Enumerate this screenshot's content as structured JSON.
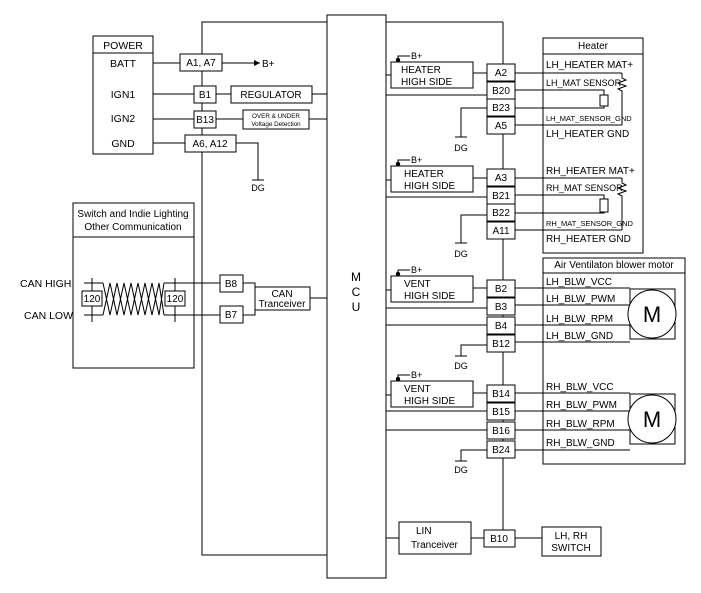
{
  "power": {
    "title": "POWER",
    "batt": "BATT",
    "ign1": "IGN1",
    "ign2": "IGN2",
    "gnd": "GND"
  },
  "pins": {
    "a1a7": "A1, A7",
    "b1": "B1",
    "b13": "B13",
    "a6a12": "A6, A12",
    "b8": "B8",
    "b7": "B7",
    "a2": "A2",
    "b20": "B20",
    "b23": "B23",
    "a5": "A5",
    "a3": "A3",
    "b21": "B21",
    "b22": "B22",
    "a11": "A11",
    "b2": "B2",
    "b3": "B3",
    "b4": "B4",
    "b12": "B12",
    "b14": "B14",
    "b15": "B15",
    "b16": "B16",
    "b24": "B24",
    "b10": "B10"
  },
  "blocks": {
    "regulator": "REGULATOR",
    "over_under_1": "OVER & UNDER",
    "over_under_2": "Voltage Detection",
    "can_1": "CAN",
    "can_2": "Tranceiver",
    "lin_1": "LIN",
    "lin_2": "Tranceiver",
    "heater_hs_1": "HEATER",
    "high_side": "HIGH SIDE",
    "vent_hs_1": "VENT"
  },
  "mcu_letters": [
    "M",
    "C",
    "U"
  ],
  "bplus": "B+",
  "dg": "DG",
  "switch_box": {
    "line1": "Switch and Indie Lighting",
    "line2": "Other Communication",
    "r1": "120",
    "r2": "120"
  },
  "can_high": "CAN HIGH",
  "can_low": "CAN LOW",
  "heater": {
    "title": "Heater",
    "lh_mat": "LH_HEATER MAT+",
    "lh_sensor": "LH_MAT SENSOR",
    "lh_sensor_gnd": "LH_MAT_SENSOR_GND",
    "lh_gnd": "LH_HEATER GND",
    "rh_mat": "RH_HEATER MAT+",
    "rh_sensor": "RH_MAT SENSOR",
    "rh_sensor_gnd": "RH_MAT_SENSOR_GND",
    "rh_gnd": "RH_HEATER GND"
  },
  "blower": {
    "title": "Air Ventilaton  blower motor",
    "lh_vcc": "LH_BLW_VCC",
    "lh_pwm": "LH_BLW_PWM",
    "lh_rpm": "LH_BLW_RPM",
    "lh_gnd": "LH_BLW_GND",
    "rh_vcc": "RH_BLW_VCC",
    "rh_pwm": "RH_BLW_PWM",
    "rh_rpm": "RH_BLW_RPM",
    "rh_gnd": "RH_BLW_GND",
    "motor": "M"
  },
  "switch_out": {
    "line1": "LH, RH",
    "line2": "SWITCH"
  }
}
